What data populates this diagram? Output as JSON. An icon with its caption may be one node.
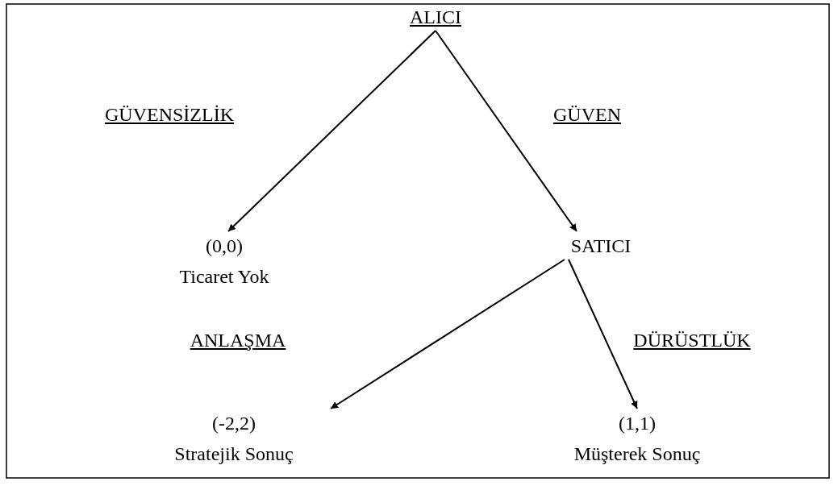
{
  "diagram": {
    "nodes": [
      {
        "text": [
          "ALICI"
        ]
      },
      {
        "text": [
          "(0,0)",
          "Ticaret Yok"
        ]
      },
      {
        "text": [
          "SATICI"
        ]
      },
      {
        "text": [
          "(-2,2)",
          "Stratejik Sonuç"
        ]
      },
      {
        "text": [
          "(1,1)",
          "Müşterek Sonuç"
        ]
      }
    ],
    "edges": [
      {
        "from": 0,
        "to": 1,
        "arrow": "to",
        "label": "GÜVENSİZLİK"
      },
      {
        "from": 0,
        "to": 2,
        "arrow": "to",
        "label": "GÜVEN"
      },
      {
        "from": 2,
        "to": 3,
        "arrow": "to",
        "label": "ANLAŞMA"
      },
      {
        "from": 2,
        "to": 4,
        "arrow": "to",
        "label": "DÜRÜSTLÜK"
      }
    ]
  }
}
